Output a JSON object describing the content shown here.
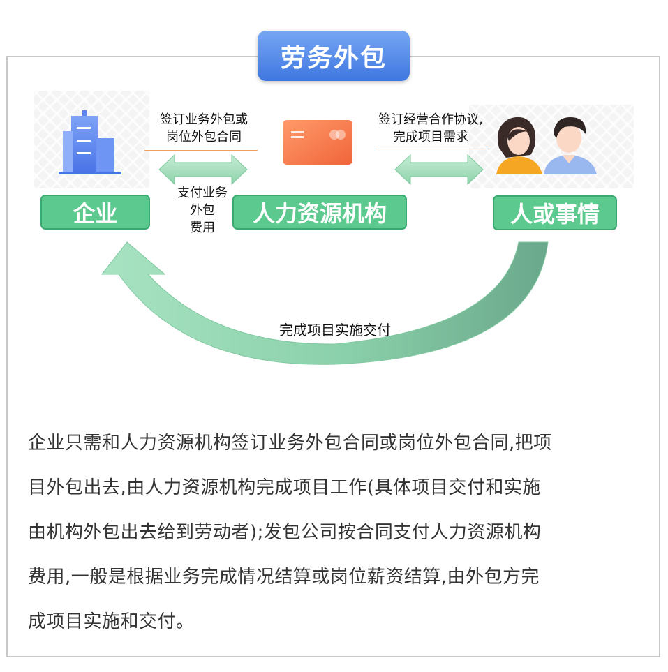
{
  "title": "劳务外包",
  "nodes": {
    "enterprise": "企业",
    "agency": "人力资源机构",
    "people": "人或事情"
  },
  "labels": {
    "contract_left": [
      "签订业务外包或",
      "岗位外包合同"
    ],
    "contract_right": [
      "签订经营合作协议,",
      "完成项目需求"
    ],
    "payment": [
      "支付业务",
      "外包",
      "费用"
    ],
    "delivery": "完成项目实施交付"
  },
  "description": [
    "企业只需和人力资源机构签订业务外包合同或岗位外包合同,把项",
    "目外包出去,由人力资源机构完成项目工作(具体项目交付和实施",
    "由机构外包出去给到劳动者);发包公司按合同支付人力资源机构",
    "费用,一般是根据业务完成情况结算或岗位薪资结算,由外包方完",
    "成项目实施和交付。"
  ],
  "colors": {
    "title_bg": "#4a82e6",
    "node_green": "#5cc98e",
    "arrow_green": "#9ddbb6",
    "card_orange": "#f57a4e",
    "building_blue": "#5b86f0"
  },
  "icons": {
    "enterprise": "building-icon",
    "agency": "credit-card-icon",
    "people": "people-icon"
  }
}
